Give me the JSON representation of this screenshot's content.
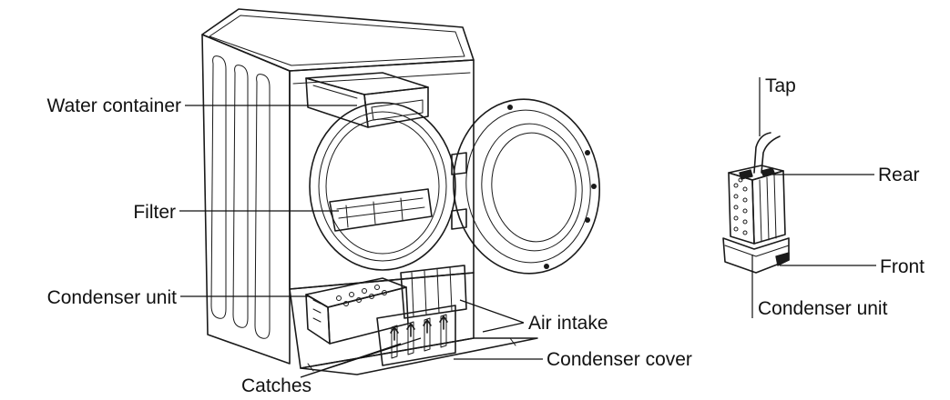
{
  "diagram": {
    "labels": {
      "water_container": "Water container",
      "filter": "Filter",
      "condenser_unit_left": "Condenser unit",
      "air_intake": "Air intake",
      "condenser_cover": "Condenser cover",
      "catches": "Catches",
      "tap": "Tap",
      "rear": "Rear",
      "front": "Front",
      "condenser_unit_right": "Condenser unit"
    }
  }
}
